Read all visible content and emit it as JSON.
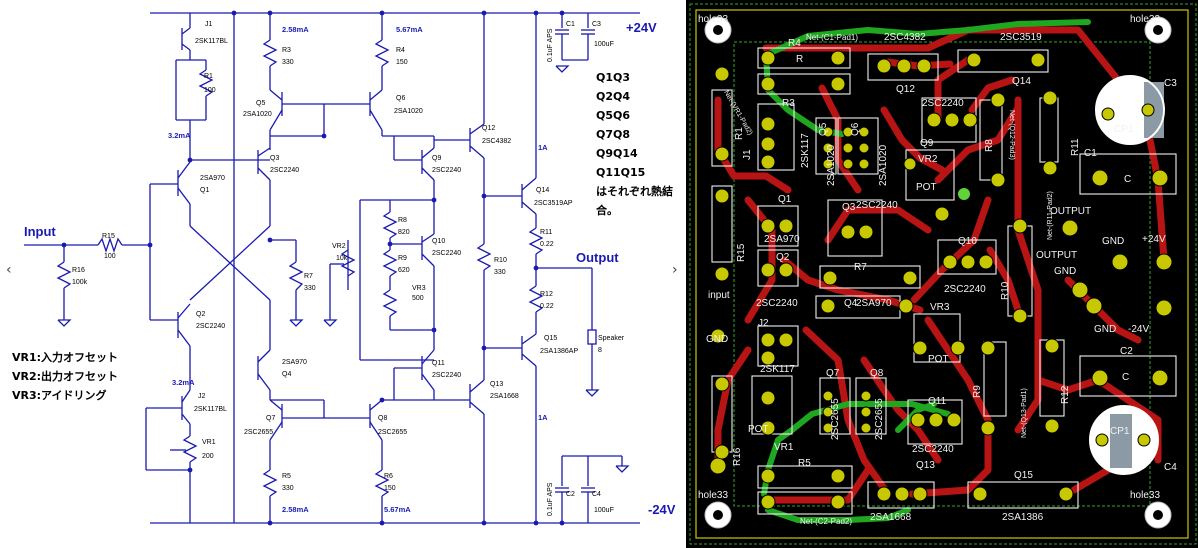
{
  "schematic": {
    "supply_pos": "+24V",
    "supply_neg": "-24V",
    "input": "Input",
    "output": "Output",
    "currents": {
      "c1": "2.58mA",
      "c2": "5.67mA",
      "c3": "3.2mA",
      "c4": "3.2mA",
      "c5": "2.58mA",
      "c6": "5.67mA",
      "c7": "1A",
      "c8": "1A"
    },
    "parts": {
      "j1": "J1",
      "j1v": "2SK117BL",
      "r1": "R1",
      "r1v": "100",
      "r3": "R3",
      "r3v": "330",
      "r4": "R4",
      "r4v": "150",
      "q5": "Q5",
      "q5v": "2SA1020",
      "q6": "Q6",
      "q6v": "2SA1020",
      "q12": "Q12",
      "q12v": "2SC4382",
      "q1": "Q1",
      "q1v": "2SA970",
      "q3": "Q3",
      "q3v": "2SC2240",
      "q9": "Q9",
      "q9v": "2SC2240",
      "q14": "Q14",
      "q14v": "2SC3519AP",
      "r15": "R15",
      "r15v": "100",
      "r16": "R16",
      "r16v": "100k",
      "r7": "R7",
      "r7v": "330",
      "r8": "R8",
      "r8v": "820",
      "vr2": "VR2",
      "vr2v": "10k",
      "q10": "Q10",
      "q10v": "2SC2240",
      "r9": "R9",
      "r9v": "620",
      "vr3": "VR3",
      "vr3v": "500",
      "r10": "R10",
      "r10v": "330",
      "r11": "R11",
      "r11v": "0.22",
      "r12": "R12",
      "r12v": "0.22",
      "q2": "Q2",
      "q2v": "2SC2240",
      "q4": "Q4",
      "q4v": "2SA970",
      "q11": "Q11",
      "q11v": "2SC2240",
      "q15": "Q15",
      "q15v": "2SA1386AP",
      "speaker": "Speaker",
      "speakerv": "8",
      "j2": "J2",
      "j2v": "2SK117BL",
      "vr1": "VR1",
      "vr1v": "200",
      "q7": "Q7",
      "q7v": "2SC2655",
      "q8": "Q8",
      "q8v": "2SC2655",
      "q13": "Q13",
      "q13v": "2SA1668",
      "r5": "R5",
      "r5v": "330",
      "r6": "R6",
      "r6v": "150",
      "c1": "C1",
      "c1v": "0.1uF APS",
      "c3": "C3",
      "c3v": "100uF",
      "c2": "C2",
      "c2v": "0.1uF APS",
      "c4": "C4",
      "c4v": "100uF"
    },
    "pairs": [
      "Q1Q3",
      "Q2Q4",
      "Q5Q6",
      "Q7Q8",
      "Q9Q14",
      "Q11Q15",
      "はそれぞれ熱結合。"
    ],
    "notes": [
      "VR1:入力オフセット",
      "VR2:出力オフセット",
      "VR3:アイドリング"
    ]
  },
  "pcb": {
    "hole_tl": "hole33",
    "hole_tr": "hole33",
    "hole_bl": "hole33",
    "hole_br": "hole33",
    "net_c1": "Net-(C1-Pad1)",
    "net_c2": "Net-(C2-Pad2)",
    "net_vr1": "Net-(VR1-Pad2)",
    "net_q12": "Net-(Q12-Pad3)",
    "net_r11": "Net-(R11-Pad2)",
    "net_q13": "Net-(Q13-Pad1)",
    "l_r4": "R4",
    "l_r3": "R3",
    "l_r": "R",
    "l_2sc4382": "2SC4382",
    "l_q12": "Q12",
    "l_2sc3519": "2SC3519",
    "l_q14": "Q14",
    "l_c3": "C3",
    "l_cp1": "CP1",
    "l_r1": "R1",
    "l_j1": "J1",
    "l_2sk117": "2SK117",
    "l_q5": "Q5",
    "l_2sa1020a": "2SA1020",
    "l_q6": "Q6",
    "l_2sa1020b": "2SA1020",
    "l_2sc2240a": "2SC2240",
    "l_q9": "Q9",
    "l_r8": "R8",
    "l_r11": "R11",
    "l_c1": "C1",
    "l_c": "C",
    "l_vr2": "VR2",
    "l_pot": "POT",
    "l_q1": "Q1",
    "l_q3": "Q3",
    "l_2sc2240b": "2SC2240",
    "l_output": "OUTPUT",
    "l_gnd": "GND",
    "l_p24": "+24V",
    "l_2sa970a": "2SA970",
    "l_r15": "R15",
    "l_q10": "Q10",
    "l_q2": "Q2",
    "l_r7": "R7",
    "l_2sc2240c": "2SC2240",
    "l_r10": "R10",
    "l_output2": "OUTPUT",
    "l_gnd2": "GND",
    "l_2sc2240d": "2SC2240",
    "l_input": "input",
    "l_q4": "Q4",
    "l_2sa970b": "2SA970",
    "l_m24": "-24V",
    "l_gnd3": "GND",
    "l_vr3": "VR3",
    "l_c2": "C2",
    "l_gnd4": "GND",
    "l_j2": "J2",
    "l_2sk117b": "2SK117",
    "l_r9": "R9",
    "l_r12": "R12",
    "l_q7": "Q7",
    "l_2sc2655a": "2SC2655",
    "l_q8": "Q8",
    "l_2sc2655b": "2SC2655",
    "l_q11": "Q11",
    "l_2sc2240e": "2SC2240",
    "l_vr1": "VR1",
    "l_r16": "R16",
    "l_r5": "R5",
    "l_q13": "Q13",
    "l_2sa1668": "2SA1668",
    "l_q15": "Q15",
    "l_2sa1386": "2SA1386",
    "l_c4": "C4",
    "l_cp1b": "CP1",
    "l_c5": "C"
  }
}
